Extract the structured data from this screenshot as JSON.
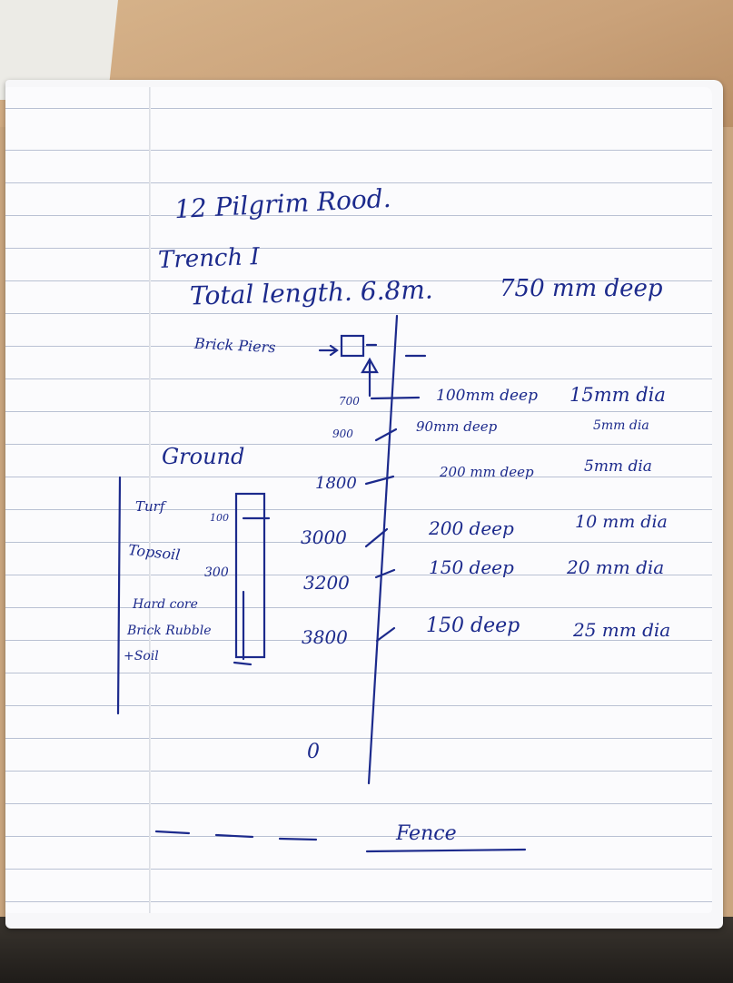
{
  "title": "12 Pilgrim Rood.",
  "trench": "Trench I",
  "summary": {
    "length": "Total length. 6.8m.",
    "depth": "750 mm deep"
  },
  "brick_piers": "Brick Piers",
  "ground": {
    "heading": "Ground",
    "turf": "Turf",
    "turf_depth": "100",
    "topsoil": "Topsoil",
    "topsoil_depth": "300",
    "hardcore_line1": "Hard core",
    "hardcore_line2": "Brick Rubble",
    "hardcore_line3": "+Soil"
  },
  "markers": [
    {
      "position": "700",
      "depth": "100mm deep",
      "dia": "15mm dia"
    },
    {
      "position": "900",
      "depth": "90mm deep",
      "dia": "5mm dia"
    },
    {
      "position": "1800",
      "depth": "200 mm deep",
      "dia": "5mm dia"
    },
    {
      "position": "3000",
      "depth": "200 deep",
      "dia": "10 mm dia"
    },
    {
      "position": "3200",
      "depth": "150 deep",
      "dia": "20 mm dia"
    },
    {
      "position": "3800",
      "depth": "150 deep",
      "dia": "25 mm dia"
    }
  ],
  "zero": "0",
  "fence": "Fence"
}
